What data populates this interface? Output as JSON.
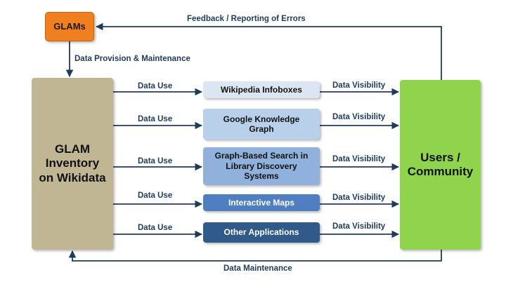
{
  "nodes": {
    "glams": "GLAMs",
    "inventory": "GLAM Inventory on Wikidata",
    "users": "Users / Community",
    "apps": [
      "Wikipedia Infoboxes",
      "Google Knowledge Graph",
      "Graph-Based Search in Library Discovery Systems",
      "Interactive Maps",
      "Other Applications"
    ]
  },
  "edges": {
    "feedback": "Feedback / Reporting of Errors",
    "provision": "Data Provision & Maintenance",
    "maintenance": "Data Maintenance",
    "use": [
      "Data Use",
      "Data Use",
      "Data Use",
      "Data Use",
      "Data Use"
    ],
    "visibility": [
      "Data Visibility",
      "Data Visibility",
      "Data Visibility",
      "Data Visibility",
      "Data Visibility"
    ]
  },
  "colors": {
    "arrow": "#1f3b5c",
    "glams": "#f07f1f",
    "inventory": "#c1b694",
    "users": "#8fd44c"
  }
}
